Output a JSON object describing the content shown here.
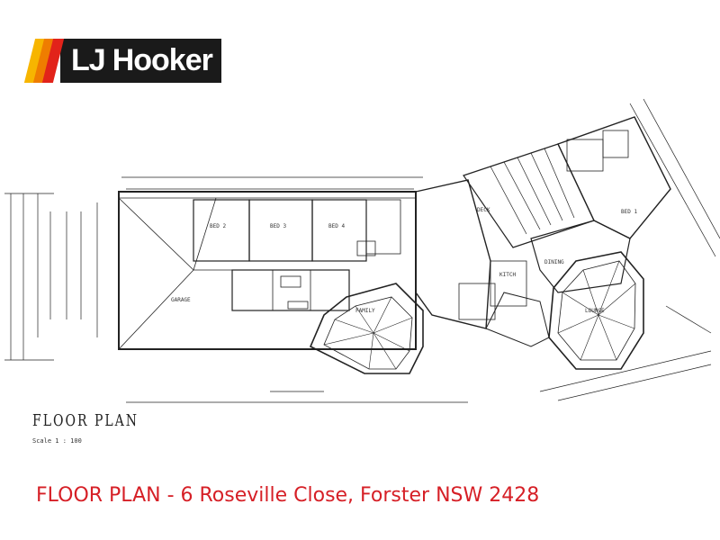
{
  "brand": {
    "name_part1": "LJ",
    "name_part2": "Hooker",
    "stripe_colors": [
      "#f7b500",
      "#ef7d00",
      "#e2231a"
    ],
    "box_color": "#1a1a1a"
  },
  "plan": {
    "title": "FLOOR PLAN",
    "scale": "Scale 1 : 100",
    "rooms": {
      "bed2": "BED 2",
      "bed3": "BED 3",
      "bed4": "BED 4",
      "garage": "GARAGE",
      "dining": "DINING",
      "bed1": "BED 1",
      "family": "FAMILY",
      "lounge": "LOUNGE",
      "kitchen": "KITCH",
      "deck": "DECK"
    }
  },
  "caption": "FLOOR PLAN - 6 Roseville Close, Forster NSW 2428",
  "accent_color": "#d61f26"
}
